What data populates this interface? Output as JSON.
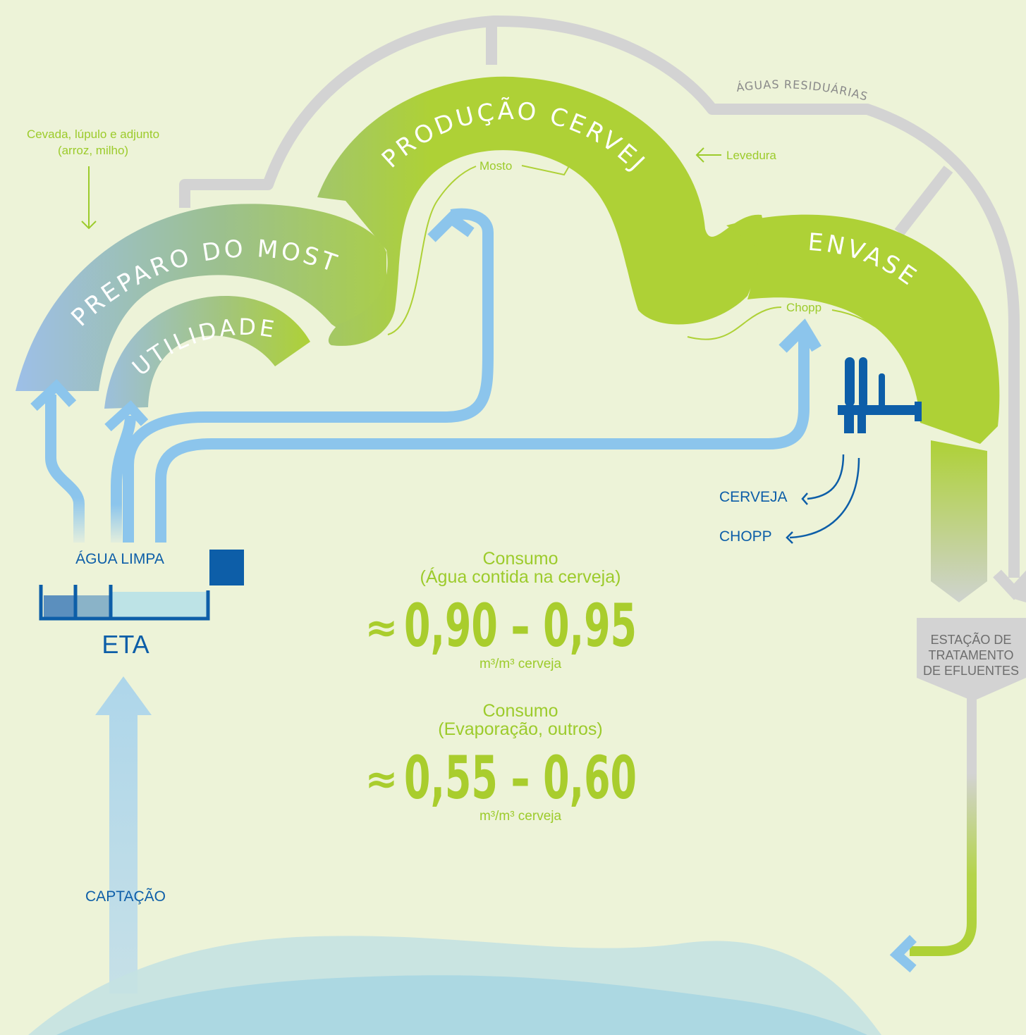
{
  "stages": {
    "preparo": "PREPARO DO MOSTO",
    "utilidades": "UTILIDADES",
    "producao": "PRODUÇÃO CERVEJA",
    "envase": "ENVASE"
  },
  "inputs": {
    "cevada_line1": "Cevada, lúpulo e adjunto",
    "cevada_line2": "(arroz, milho)",
    "levedura": "Levedura",
    "mosto": "Mosto",
    "chopp_small": "Chopp"
  },
  "waste": {
    "aguas_residuarias": "ÁGUAS RESIDUÁRIAS",
    "ete_line1": "ESTAÇÃO DE",
    "ete_line2": "TRATAMENTO",
    "ete_line3": "DE EFLUENTES"
  },
  "water": {
    "agua_limpa": "ÁGUA LIMPA",
    "eta": "ETA",
    "captacao": "CAPTAÇÃO"
  },
  "outputs": {
    "cerveja": "CERVEJA",
    "chopp": "CHOPP"
  },
  "consumo1": {
    "title": "Consumo",
    "subtitle": "(Água contida na cerveja)",
    "approx": "≈",
    "range": "0,90 – 0,95",
    "unit": "m³/m³ cerveja"
  },
  "consumo2": {
    "title": "Consumo",
    "subtitle": "(Evaporação, outros)",
    "approx": "≈",
    "range": "0,55 – 0,60",
    "unit": "m³/m³ cerveja"
  },
  "colors": {
    "background": "#edf3d8",
    "green": "#aed136",
    "blue_water": "#8cc5ec",
    "dark_blue": "#0d5ea8",
    "grey_pipe": "#d3d3d3"
  }
}
